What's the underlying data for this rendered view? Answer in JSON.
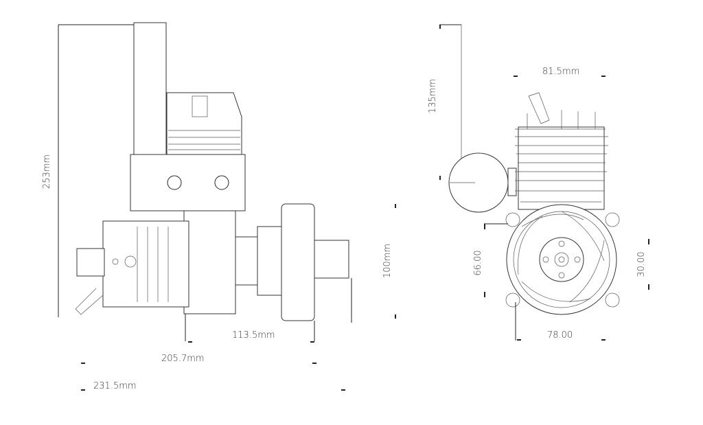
{
  "side_view": {
    "dimensions": {
      "overall_height": "253mm",
      "prop_hub_length": "113.5mm",
      "body_length": "205.7mm",
      "overall_length": "231.5mm",
      "hub_height": "100mm"
    }
  },
  "front_view": {
    "dimensions": {
      "muffler_height": "135mm",
      "cylinder_width": "81.5mm",
      "mount_vertical": "66.00",
      "mount_offset": "30.00",
      "mount_horizontal": "78.00"
    }
  }
}
